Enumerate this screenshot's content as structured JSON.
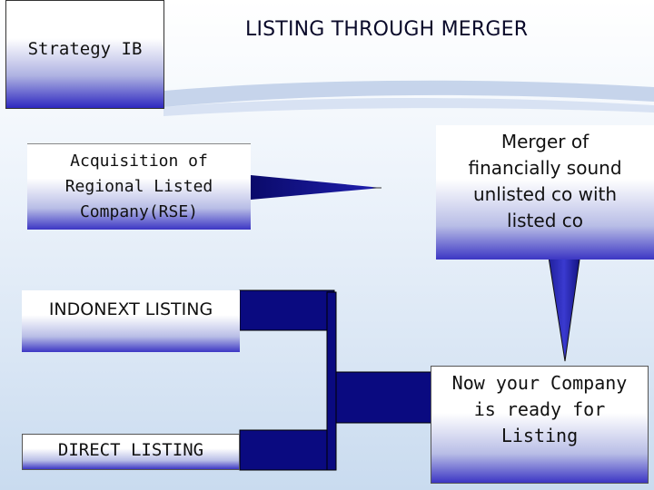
{
  "logo": {
    "label": "Strategy IB"
  },
  "title": "LISTING THROUGH MERGER",
  "boxes": {
    "acquisition": "Acquisition of\nRegional Listed\nCompany(RSE)",
    "merger": "Merger of\nfinancially sound\nunlisted co with\nlisted co",
    "indonext": "INDONEXT LISTING",
    "ready": "Now your Company\nis ready for Listing",
    "direct": "DIRECT  LISTING"
  },
  "colors": {
    "navy": "#0a0a8a",
    "box_bottom": "#3c36c4",
    "swoosh": "#8ea8d6"
  }
}
